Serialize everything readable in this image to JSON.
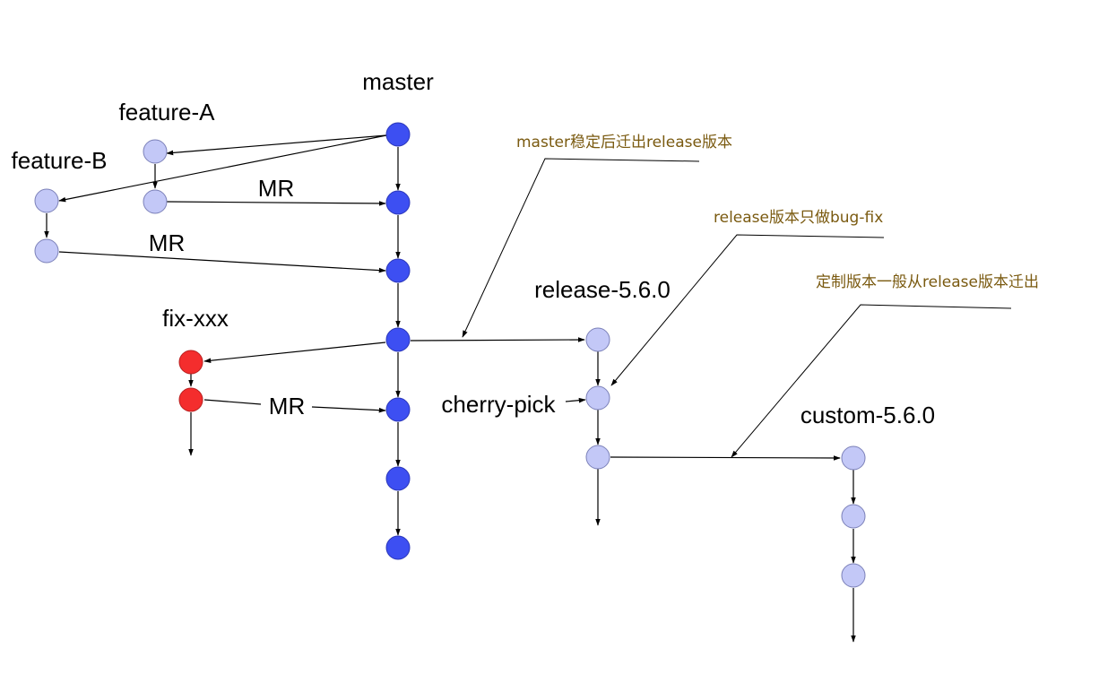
{
  "branches": {
    "master": "master",
    "feature_a": "feature-A",
    "feature_b": "feature-B",
    "fix": "fix-xxx",
    "release": "release-5.6.0",
    "custom": "custom-5.6.0"
  },
  "edge_labels": {
    "mr_feature_a": "MR",
    "mr_feature_b": "MR",
    "mr_fix": "MR",
    "cherry_pick": "cherry-pick"
  },
  "annotations": {
    "release_from_master": "master稳定后迁出release版本",
    "release_bugfix_only": "release版本只做bug-fix",
    "custom_from_release": "定制版本一般从release版本迁出"
  },
  "colors": {
    "master_node": "#3d4ff2",
    "branch_node": "#c3c8f7",
    "fix_node": "#f42d2d",
    "annotation_text": "#7a5a10"
  }
}
